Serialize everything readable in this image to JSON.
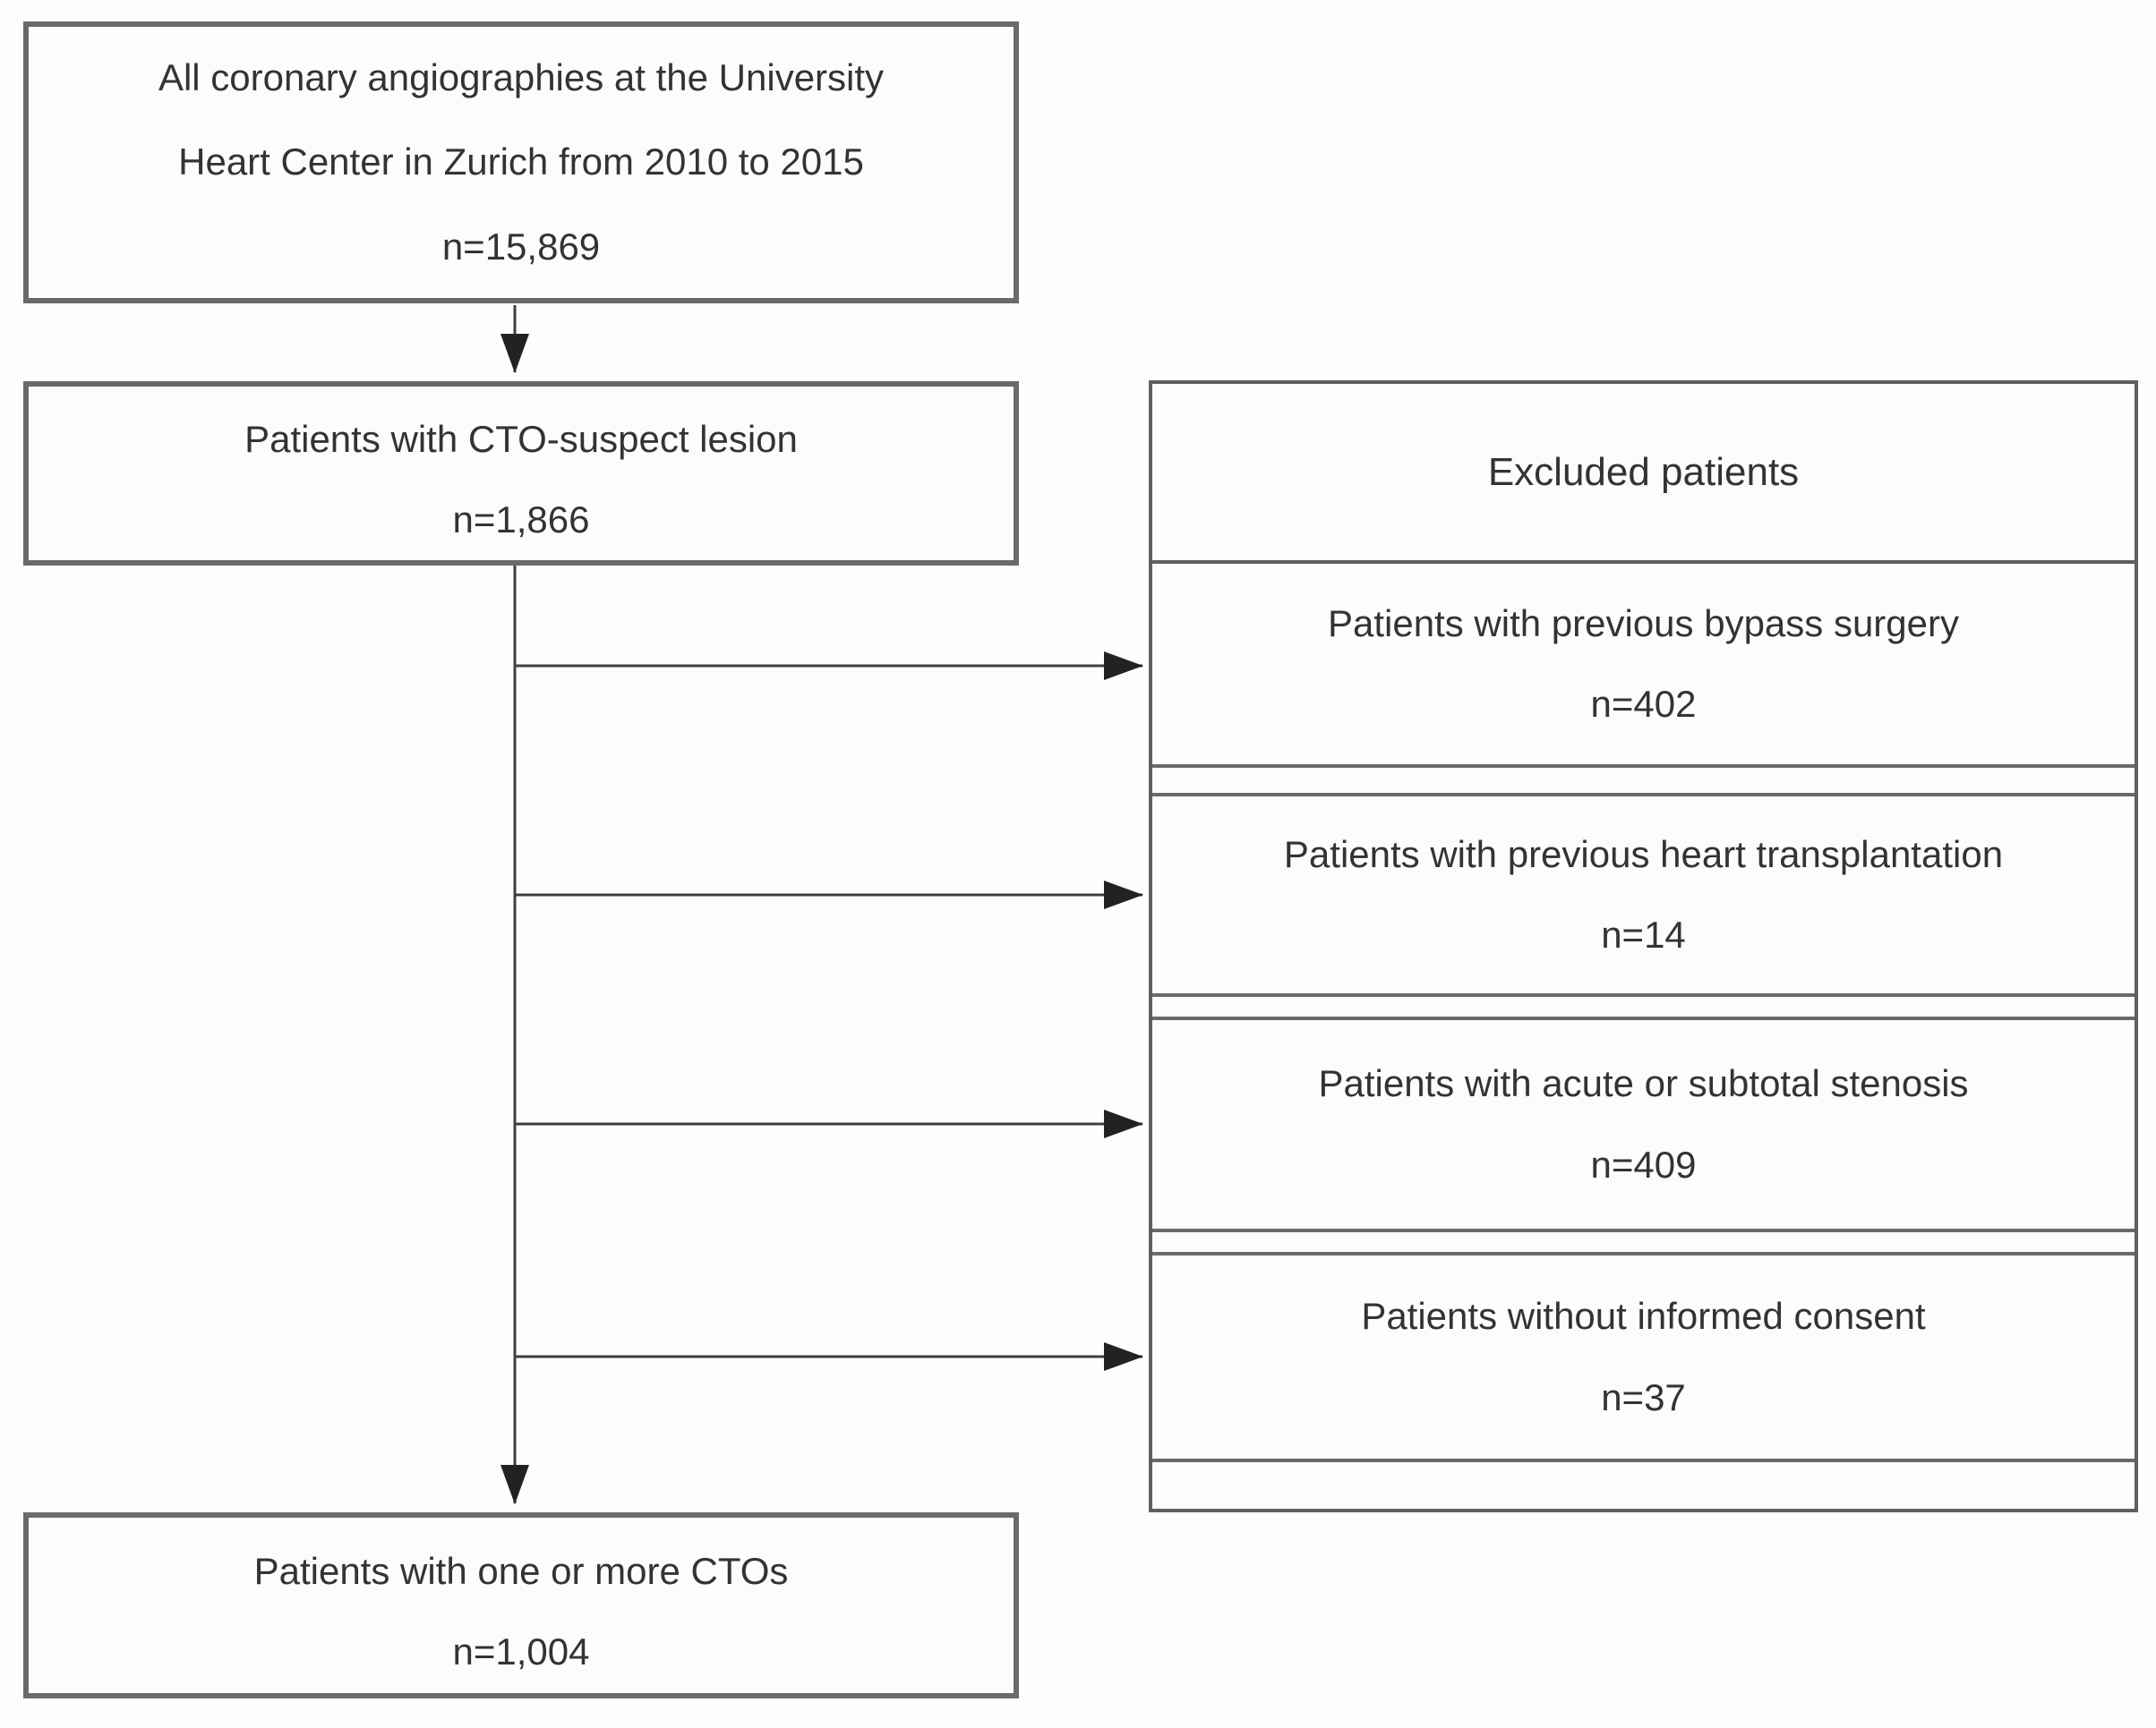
{
  "diagram": {
    "source_box": {
      "line1": "All coronary angiographies at the University",
      "line2": "Heart Center in Zurich from 2010 to 2015",
      "n": "n=15,869"
    },
    "cto_suspect_box": {
      "label": "Patients with CTO-suspect lesion",
      "n": "n=1,866"
    },
    "final_box": {
      "label": "Patients with one or more CTOs",
      "n": "n=1,004"
    },
    "excluded": {
      "header": "Excluded patients",
      "items": [
        {
          "label": "Patients with previous bypass surgery",
          "n": "n=402"
        },
        {
          "label": "Patients with previous heart transplantation",
          "n": "n=14"
        },
        {
          "label": "Patients with acute or subtotal stenosis",
          "n": "n=409"
        },
        {
          "label": "Patients without informed consent",
          "n": "n=37"
        }
      ]
    }
  },
  "colors": {
    "box_border": "#6a6a6a",
    "panel_border": "#5f5f5f",
    "connector": "#3f3f3f",
    "text": "#333333",
    "background": "#fdfdfd"
  }
}
